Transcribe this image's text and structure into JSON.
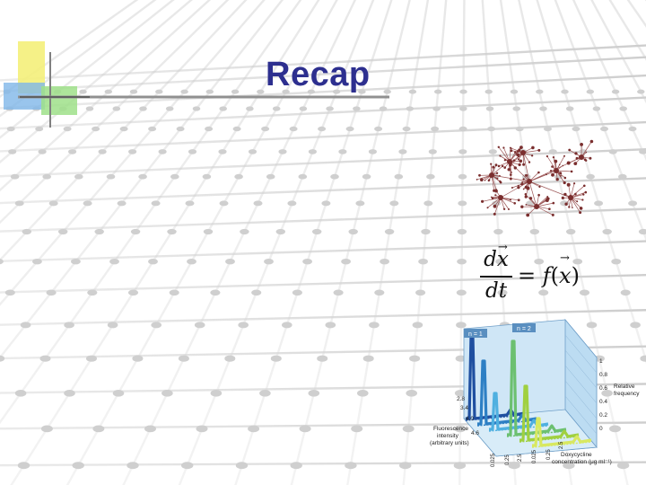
{
  "slide": {
    "title": "Recap",
    "accent_colors": {
      "title": "#2d2f8f",
      "corner_yellow": "#f4f07a",
      "corner_green": "#9fe08a",
      "corner_blue": "#7fb6e8"
    }
  },
  "equation": {
    "lhs_numerator": "dx",
    "lhs_denominator": "dt",
    "equals": "=",
    "function_name": "f",
    "open_paren": "(",
    "argument": "x",
    "close_paren": ")"
  },
  "network_figure": {
    "icon": "gene-network-graph-icon",
    "color": "#8b3a3a"
  },
  "plot_figure": {
    "panel_labels": [
      "n = 1",
      "n = 2"
    ],
    "axis_label_depth": [
      "Relative",
      "frequency"
    ],
    "axis_ticks_depth": [
      "1",
      "0.8",
      "0.6",
      "0.4",
      "0.2",
      "0"
    ],
    "axis_label_height": [
      "Fluorescence",
      "intensity",
      "(arbitrary units)"
    ],
    "axis_ticks_height": [
      "2.8",
      "3.4",
      "4.0",
      "4.6"
    ],
    "axis_label_width": [
      "Doxycycline",
      "concentration (μg ml⁻¹)"
    ],
    "axis_ticks_width": [
      "0.025",
      "0.25",
      "2.5",
      "0.025",
      "0.25",
      "2.5"
    ],
    "series_colors": [
      "#1f4fa0",
      "#2d7fc4",
      "#4fb0e0",
      "#6cc070",
      "#a0d040",
      "#d8e860"
    ]
  }
}
